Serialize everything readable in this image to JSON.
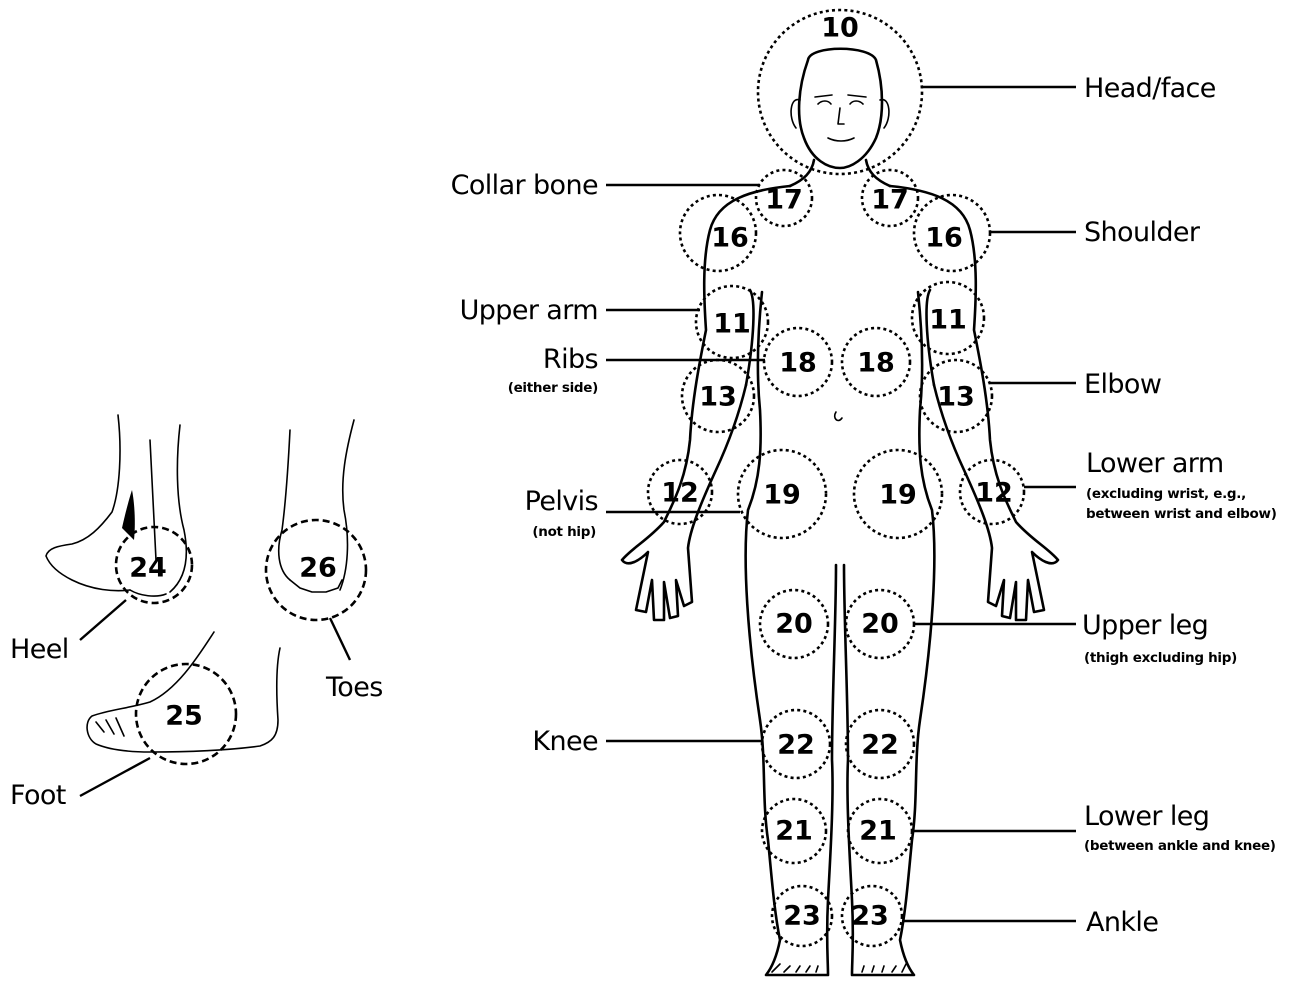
{
  "zones": {
    "z10": "10",
    "z11": "11",
    "z12": "12",
    "z13": "13",
    "z16": "16",
    "z17": "17",
    "z18": "18",
    "z19": "19",
    "z20": "20",
    "z21": "21",
    "z22": "22",
    "z23": "23",
    "z24": "24",
    "z25": "25",
    "z26": "26"
  },
  "labels": {
    "head_face": "Head/face",
    "collar_bone": "Collar bone",
    "shoulder": "Shoulder",
    "upper_arm": "Upper arm",
    "ribs": "Ribs",
    "ribs_note": "(either side)",
    "elbow": "Elbow",
    "lower_arm": "Lower arm",
    "lower_arm_note_1": "(excluding wrist, e.g.,",
    "lower_arm_note_2": "between wrist and elbow)",
    "pelvis": "Pelvis",
    "pelvis_note": "(not hip)",
    "upper_leg": "Upper leg",
    "upper_leg_note": "(thigh excluding hip)",
    "knee": "Knee",
    "lower_leg": "Lower leg",
    "lower_leg_note": "(between ankle and knee)",
    "ankle": "Ankle",
    "heel": "Heel",
    "toes": "Toes",
    "foot": "Foot"
  }
}
